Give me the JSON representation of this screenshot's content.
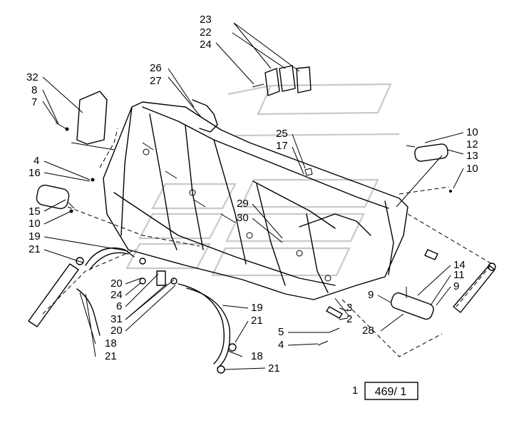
{
  "callouts": [
    {
      "id": "c23a",
      "text": "23"
    },
    {
      "id": "c22",
      "text": "22"
    },
    {
      "id": "c24a",
      "text": "24"
    },
    {
      "id": "c26",
      "text": "26"
    },
    {
      "id": "c27",
      "text": "27"
    },
    {
      "id": "c32",
      "text": "32"
    },
    {
      "id": "c8",
      "text": "8"
    },
    {
      "id": "c7",
      "text": "7"
    },
    {
      "id": "c25",
      "text": "25"
    },
    {
      "id": "c17",
      "text": "17"
    },
    {
      "id": "c10a",
      "text": "10"
    },
    {
      "id": "c12",
      "text": "12"
    },
    {
      "id": "c13",
      "text": "13"
    },
    {
      "id": "c10b",
      "text": "10"
    },
    {
      "id": "c4a",
      "text": "4"
    },
    {
      "id": "c16",
      "text": "16"
    },
    {
      "id": "c15",
      "text": "15"
    },
    {
      "id": "c10c",
      "text": "10"
    },
    {
      "id": "c29",
      "text": "29"
    },
    {
      "id": "c30",
      "text": "30"
    },
    {
      "id": "c19a",
      "text": "19"
    },
    {
      "id": "c21a",
      "text": "21"
    },
    {
      "id": "c20a",
      "text": "20"
    },
    {
      "id": "c24b",
      "text": "24"
    },
    {
      "id": "c6",
      "text": "6"
    },
    {
      "id": "c31",
      "text": "31"
    },
    {
      "id": "c20b",
      "text": "20"
    },
    {
      "id": "c18a",
      "text": "18"
    },
    {
      "id": "c21b",
      "text": "21"
    },
    {
      "id": "c14",
      "text": "14"
    },
    {
      "id": "c11",
      "text": "11"
    },
    {
      "id": "c9a",
      "text": "9"
    },
    {
      "id": "c9b",
      "text": "9"
    },
    {
      "id": "c3",
      "text": "3"
    },
    {
      "id": "c2",
      "text": "2"
    },
    {
      "id": "c28",
      "text": "28"
    },
    {
      "id": "c19b",
      "text": "19"
    },
    {
      "id": "c21c",
      "text": "21"
    },
    {
      "id": "c5",
      "text": "5"
    },
    {
      "id": "c4b",
      "text": "4"
    },
    {
      "id": "c18b",
      "text": "18"
    },
    {
      "id": "c21d",
      "text": "21"
    },
    {
      "id": "c1",
      "text": "1"
    }
  ],
  "reference_box": {
    "text": "469/ 1"
  }
}
